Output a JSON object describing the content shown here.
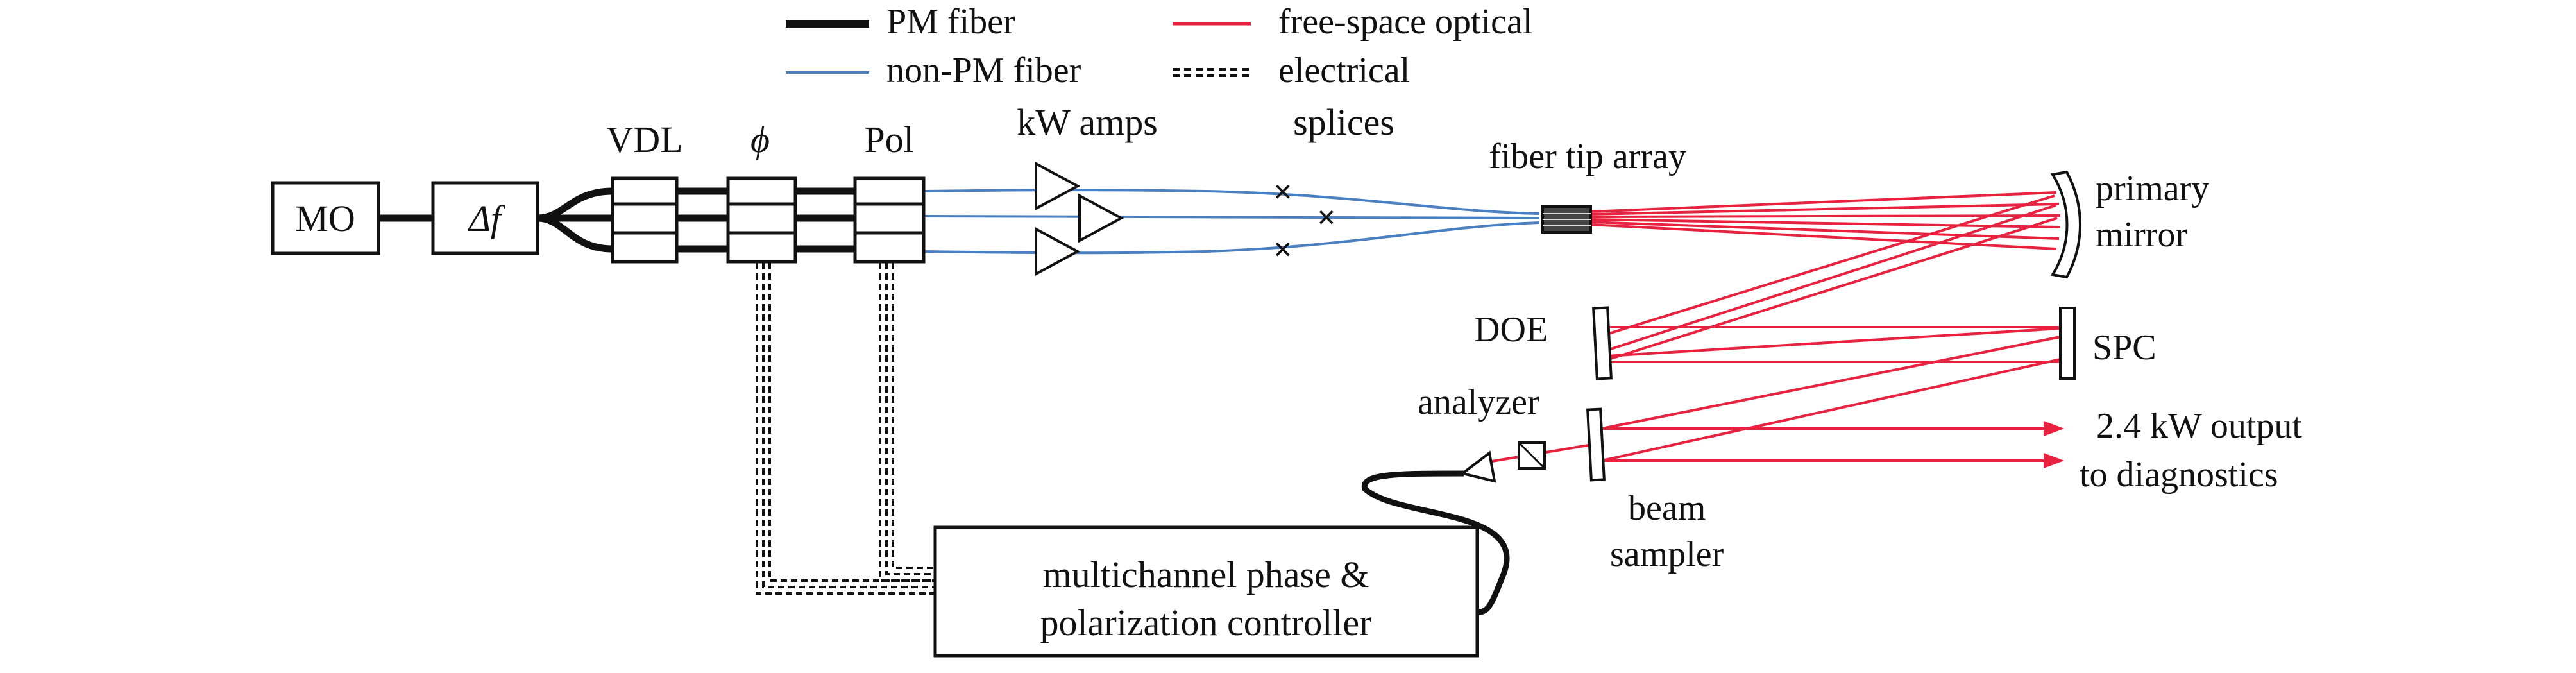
{
  "legend": {
    "pm_fiber": "PM fiber",
    "non_pm_fiber": "non-PM fiber",
    "free_space": "free-space optical",
    "electrical": "electrical"
  },
  "components": {
    "mo": "MO",
    "delta_f": "Δf",
    "vdl": "VDL",
    "phi": "ϕ",
    "pol": "Pol",
    "kw_amps": "kW amps",
    "splices": "splices",
    "fiber_tip_array": "fiber tip array",
    "primary_mirror_line1": "primary",
    "primary_mirror_line2": "mirror",
    "doe": "DOE",
    "spc": "SPC",
    "analyzer": "analyzer",
    "output_line1": "2.4 kW output",
    "output_line2": "to diagnostics",
    "beam_sampler_line1": "beam",
    "beam_sampler_line2": "sampler",
    "controller_line1": "multichannel phase &",
    "controller_line2": "polarization controller"
  },
  "colors": {
    "pm_fiber": "#111111",
    "non_pm_fiber": "#4a7fc1",
    "free_space": "#e8213f",
    "electrical": "#111111"
  }
}
